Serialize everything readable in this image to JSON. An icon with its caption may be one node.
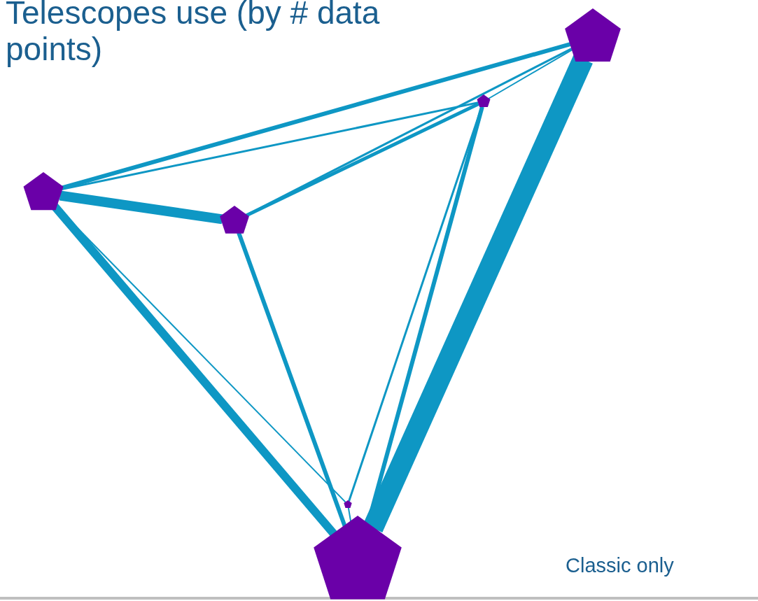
{
  "diagram": {
    "title": "Telescopes use (by # data points)",
    "nodes": [
      {
        "text": [],
        "shape": "pentagon"
      },
      {
        "text": [],
        "shape": "pentagon"
      },
      {
        "text": [],
        "shape": "pentagon"
      },
      {
        "text": [],
        "shape": "pentagon"
      },
      {
        "text": [],
        "shape": "pentagon"
      },
      {
        "text": [],
        "shape": "pentagon"
      }
    ],
    "edges": [
      {
        "from": 2,
        "to": 0,
        "arrow": "none"
      },
      {
        "from": 2,
        "to": 1,
        "arrow": "none"
      },
      {
        "from": 3,
        "to": 0,
        "arrow": "none"
      },
      {
        "from": 3,
        "to": 1,
        "arrow": "none"
      },
      {
        "from": 1,
        "to": 0,
        "arrow": "none"
      },
      {
        "from": 2,
        "to": 3,
        "arrow": "none",
        "style": "thick"
      },
      {
        "from": 2,
        "to": 5,
        "arrow": "none",
        "style": "thick"
      },
      {
        "from": 2,
        "to": 4,
        "arrow": "none"
      },
      {
        "from": 3,
        "to": 5,
        "arrow": "none"
      },
      {
        "from": 1,
        "to": 5,
        "arrow": "none"
      },
      {
        "from": 1,
        "to": 4,
        "arrow": "none"
      },
      {
        "from": 0,
        "to": 5,
        "arrow": "none",
        "style": "thick"
      },
      {
        "from": 4,
        "to": 5,
        "arrow": "none"
      }
    ],
    "labels": [
      "Classic only"
    ]
  }
}
